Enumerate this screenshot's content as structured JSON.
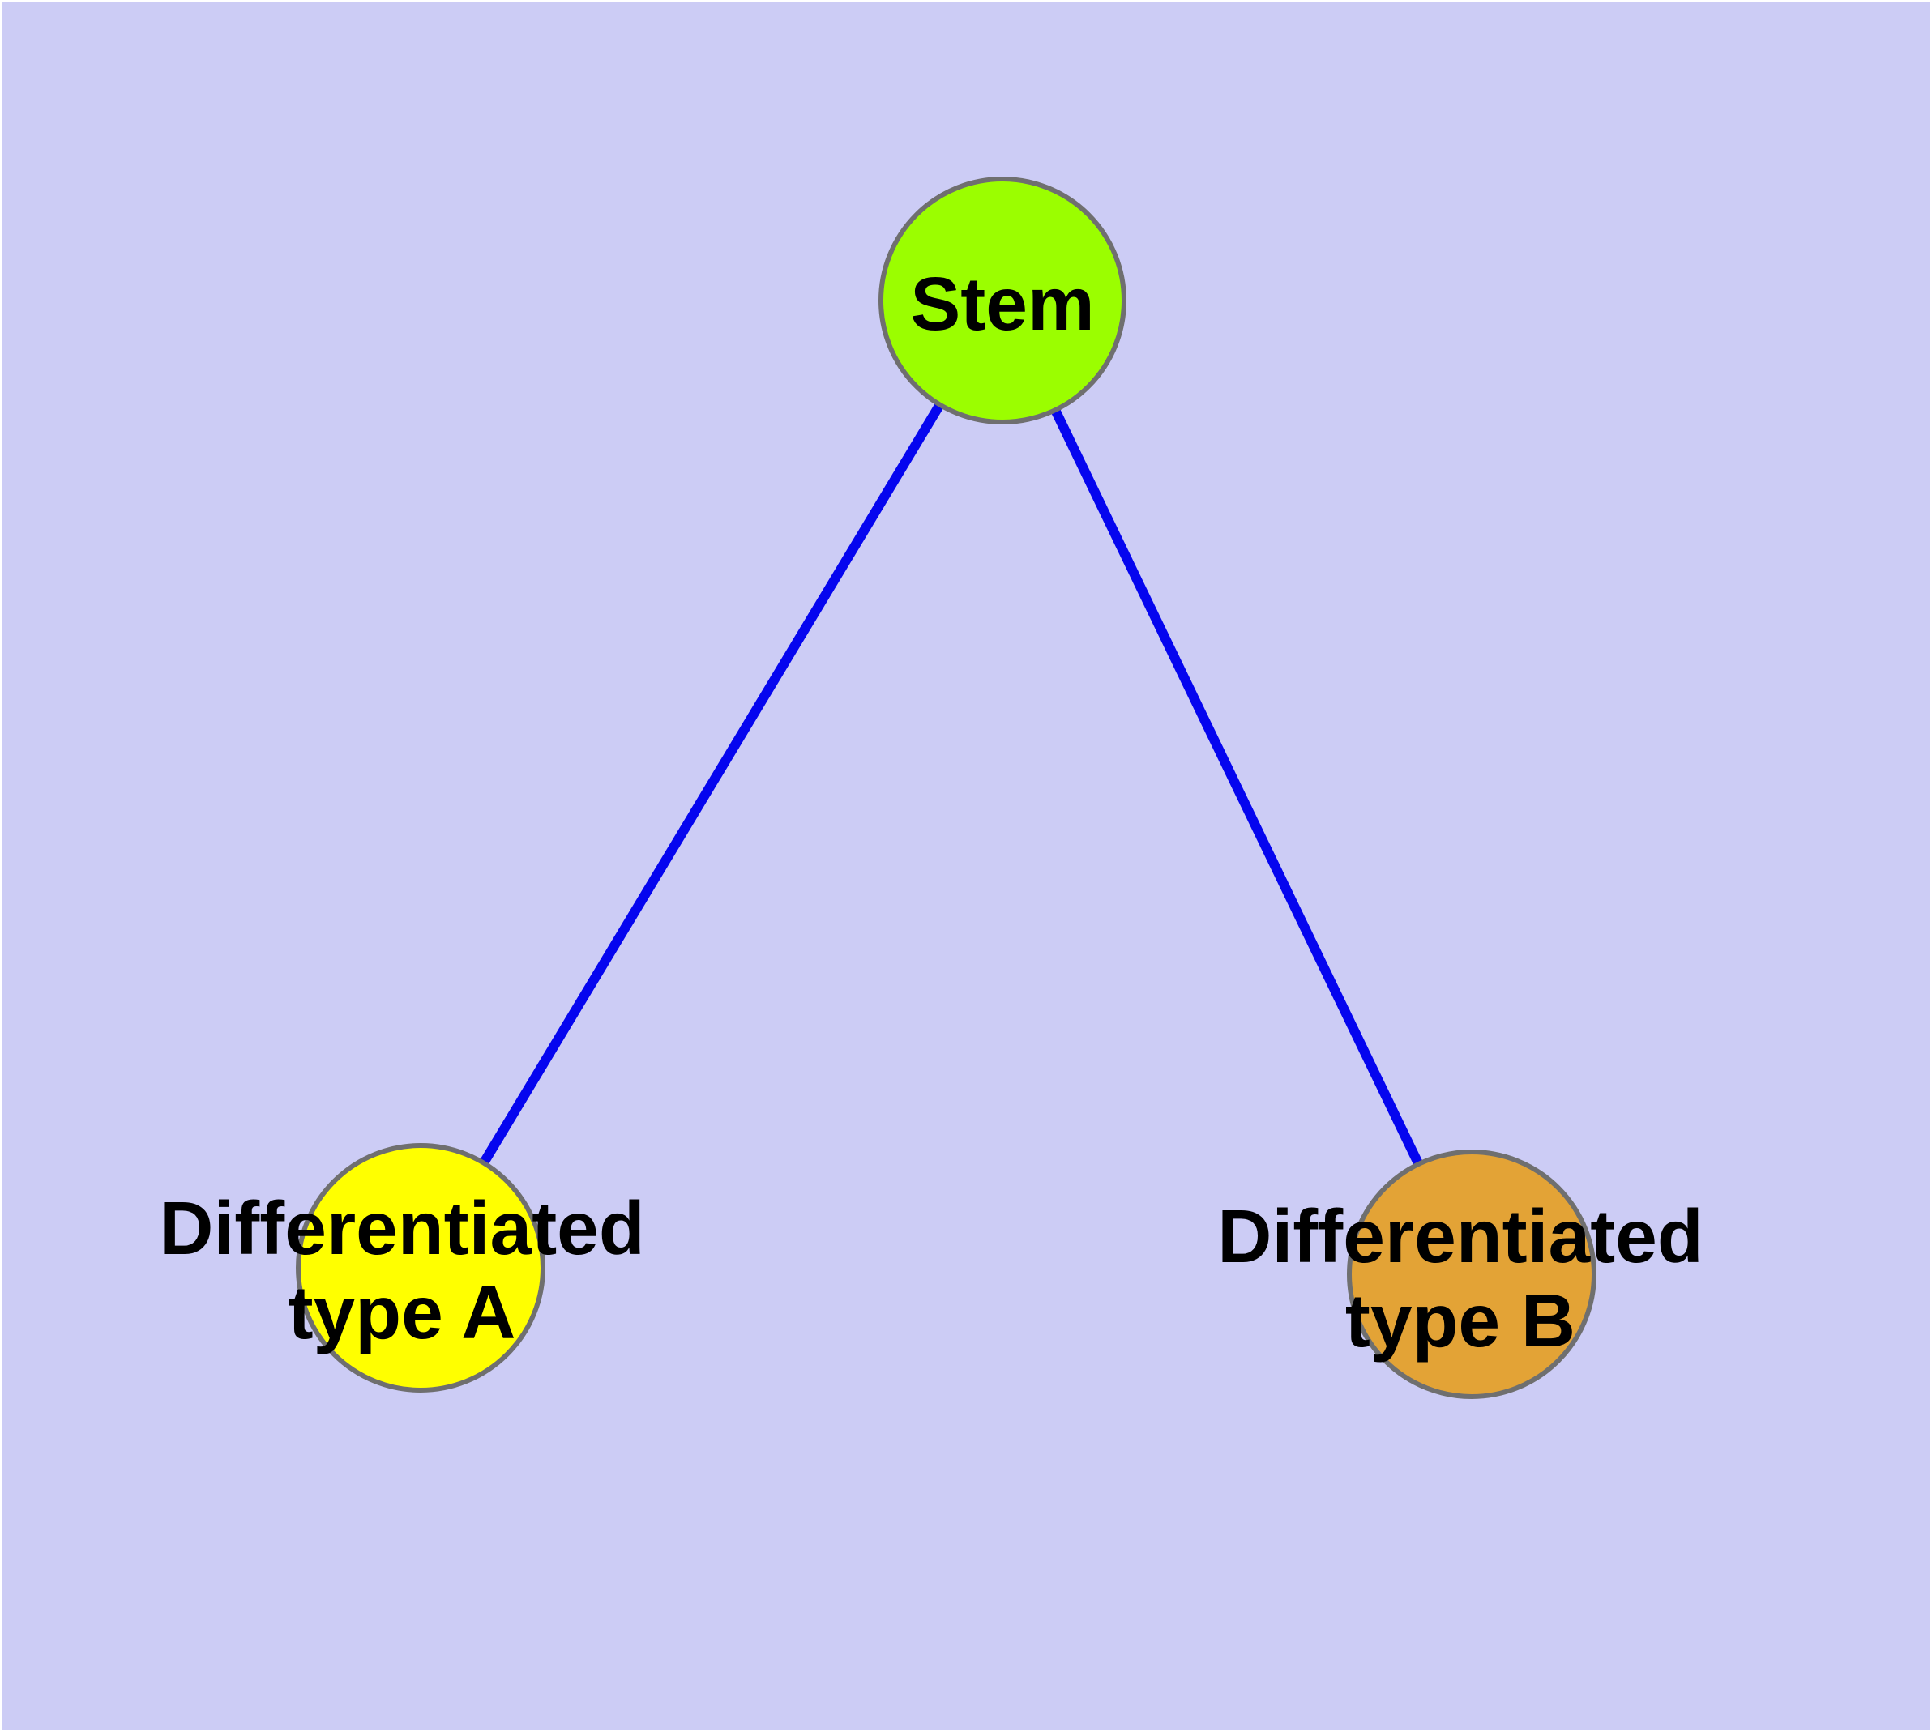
{
  "figure": {
    "background_color": "#CCCCF5",
    "margin_color": "#FFFFFF"
  },
  "graph": {
    "type": "node-link-diagram",
    "edge_color": "#0505EF",
    "node_border_color": "#6F6F6F",
    "nodes": [
      {
        "id": "stem",
        "label": "Stem",
        "label_lines": [
          "Stem"
        ],
        "color": "#9BFE00"
      },
      {
        "id": "differentiated-type-a",
        "label": "Differentiated type A",
        "label_lines": [
          "Differentiated",
          "type A"
        ],
        "color": "#FFFF00"
      },
      {
        "id": "differentiated-type-b",
        "label": "Differentiated type B",
        "label_lines": [
          "Differentiated",
          "type B"
        ],
        "color": "#E3A336"
      }
    ],
    "edges": [
      {
        "from": "Stem",
        "to": "Differentiated type A"
      },
      {
        "from": "Stem",
        "to": "Differentiated type B"
      }
    ]
  }
}
